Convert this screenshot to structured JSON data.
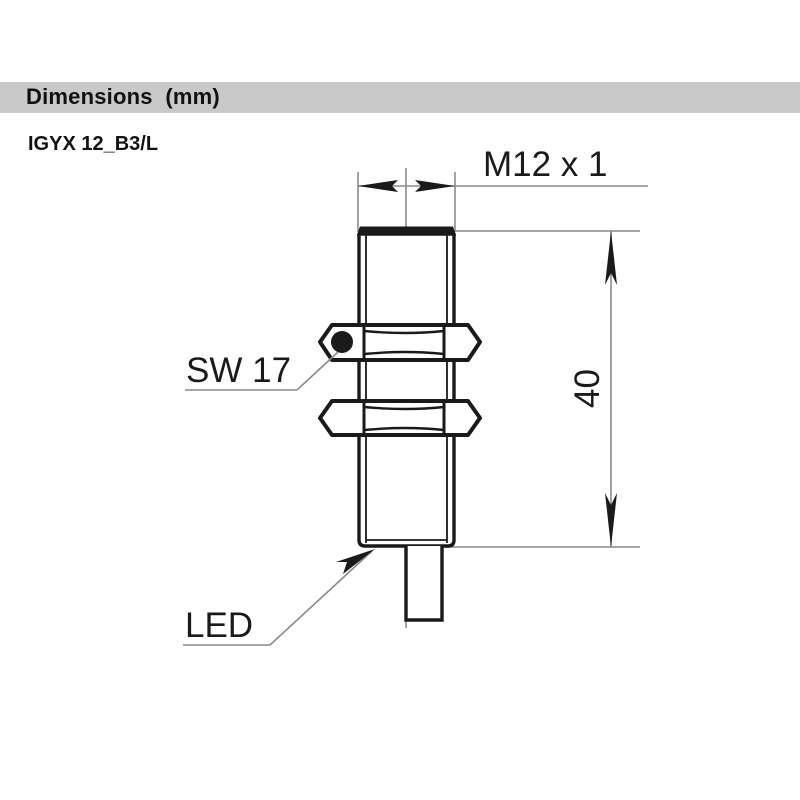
{
  "header": {
    "title": "Dimensions  (mm)",
    "band_color": "#c9c9c9"
  },
  "model": {
    "label": "IGYX 12_B3/L"
  },
  "drawing": {
    "type": "technical-dimension-drawing",
    "subject": "M12 cylindrical inductive proximity sensor, side elevation",
    "line_color": "#1a1a1a",
    "thin_line_color": "#808080",
    "annotations": {
      "thread_label": "M12 x 1",
      "wrench_label": "SW 17",
      "led_label": "LED",
      "length_label": "40"
    },
    "dimensions_mm": {
      "thread_diameter": 12,
      "thread_pitch": 1,
      "wrench_size_across_flats": 17,
      "body_length": 40
    },
    "features": [
      "threaded barrel M12 x 1",
      "upper hex nut SW 17",
      "lower hex nut SW 17",
      "LED indicator at barrel base",
      "axial cable / connector stub",
      "vertical overall length dimension 40 mm"
    ]
  }
}
